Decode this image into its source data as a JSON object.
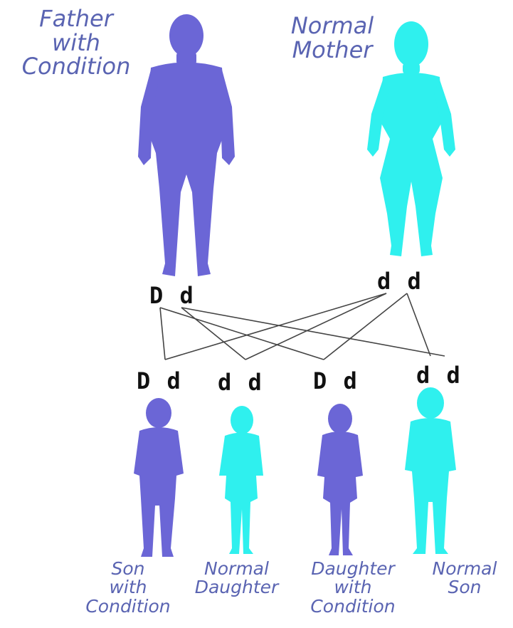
{
  "colors": {
    "affected": "#6b66d6",
    "normal": "#2ff0ee",
    "label_text": "#5a64b2",
    "genotype_text": "#111111",
    "lines": "#444444"
  },
  "parents": {
    "father": {
      "label": [
        "Father",
        "with",
        "Condition"
      ],
      "genotype": "D d",
      "status": "affected"
    },
    "mother": {
      "label": [
        "Normal",
        "Mother"
      ],
      "genotype": "d d",
      "status": "normal"
    }
  },
  "children": [
    {
      "label": [
        "Son",
        "with",
        "Condition"
      ],
      "genotype": "D d",
      "status": "affected"
    },
    {
      "label": [
        "Normal",
        "Daughter"
      ],
      "genotype": "d d",
      "status": "normal"
    },
    {
      "label": [
        "Daughter",
        "with",
        "Condition"
      ],
      "genotype": "D d",
      "status": "affected"
    },
    {
      "label": [
        "Normal",
        "Son"
      ],
      "genotype": "d d",
      "status": "normal"
    }
  ]
}
